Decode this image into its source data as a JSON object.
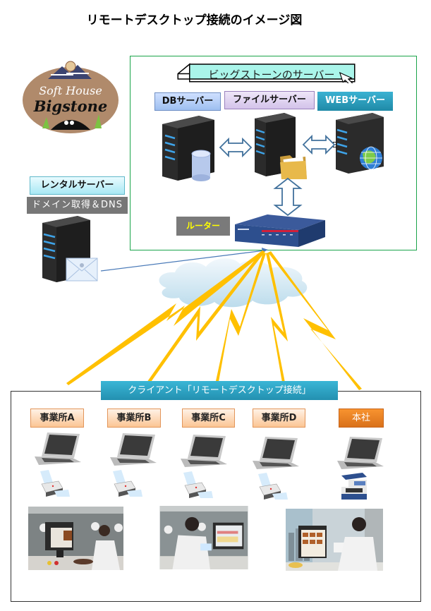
{
  "title": "リモートデスクトップ接続のイメージ図",
  "logo": {
    "line1": "Soft House",
    "line2": "Bigstone",
    "icon": "bigstone-logo-icon"
  },
  "server_group": {
    "banner": "ビッグストーンのサーバー",
    "db_server": "DBサーバー",
    "file_server": "ファイルサーバー",
    "web_server": "WEBサーバー",
    "web_overlap_text": "WE",
    "router": "ルーター"
  },
  "rental": {
    "label": "レンタルサーバー",
    "sublabel": "ドメイン取得＆DNS"
  },
  "client": {
    "banner": "クライアント「リモートデスクトップ接続」",
    "offices": [
      {
        "label": "事業所A",
        "device": "printer"
      },
      {
        "label": "事業所B",
        "device": "printer"
      },
      {
        "label": "事業所C",
        "device": "printer"
      },
      {
        "label": "事業所D",
        "device": "printer"
      },
      {
        "label": "本社",
        "device": "multifunction-printer"
      }
    ],
    "photos": [
      {
        "desc": "kitchen-staff-using-monitor-photo"
      },
      {
        "desc": "chef-reviewing-schedule-photo"
      },
      {
        "desc": "chef-reviewing-menu-photo"
      }
    ]
  },
  "colors": {
    "server_frame": "#1aa44a",
    "lightning": "#ffc000",
    "banner_fill": "#aaf5ea",
    "hq_orange": "#f08a28",
    "office_peach": "#fbc594",
    "teal": "#2ba3c4"
  }
}
